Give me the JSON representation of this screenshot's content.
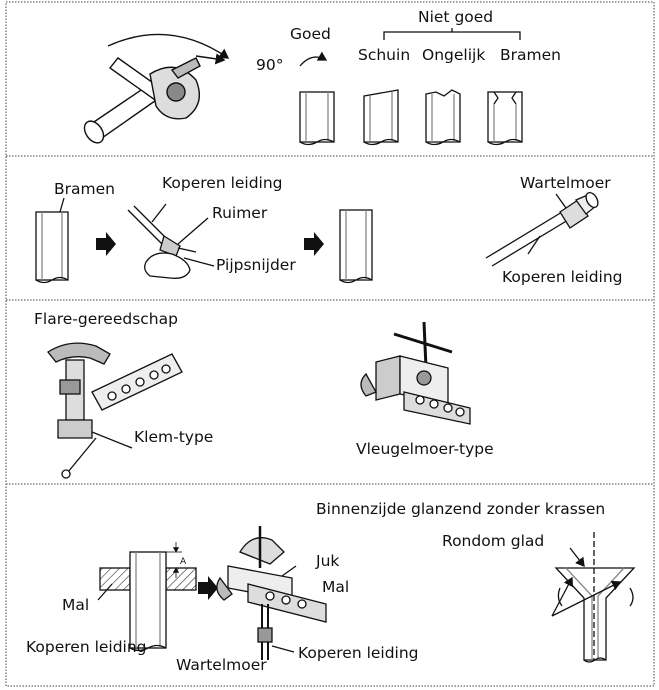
{
  "panel1": {
    "good_label": "Goed",
    "angle_label": "90°",
    "not_good_label": "Niet goed",
    "defects": [
      "Schuin",
      "Ongelijk",
      "Bramen"
    ]
  },
  "panel2": {
    "burrs_label": "Bramen",
    "copper_pipe_label": "Koperen leiding",
    "reamer_label": "Ruimer",
    "pipe_cutter_label": "Pijpsnijder",
    "flare_nut_label": "Wartelmoer",
    "copper_pipe_label_2": "Koperen leiding"
  },
  "panel3": {
    "flare_tool_label": "Flare-gereedschap",
    "clamp_type_label": "Klem-type",
    "wing_nut_type_label": "Vleugelmoer-type"
  },
  "panel4": {
    "inner_label": "Binnenzijde glanzend zonder krassen",
    "smooth_label": "Rondom glad",
    "yoke_label": "Juk",
    "die_label": "Mal",
    "die_label_left": "Mal",
    "copper_pipe_left": "Koperen leiding",
    "flare_nut_label": "Wartelmoer",
    "copper_pipe_right": "Koperen leiding",
    "dim_label": "A"
  }
}
